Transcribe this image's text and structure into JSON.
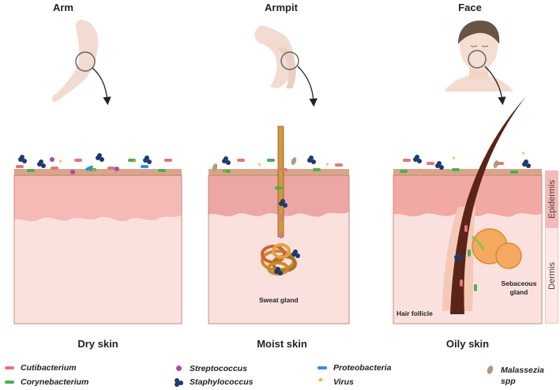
{
  "regions": {
    "arm": {
      "title": "Arm",
      "caption": "Dry skin"
    },
    "armpit": {
      "title": "Armpit",
      "caption": "Moist skin",
      "structure_label": "Sweat gland"
    },
    "face": {
      "title": "Face",
      "caption": "Oily skin",
      "hair_label": "Hair follicle",
      "gland_label": "Sebaceous gland"
    }
  },
  "layers": {
    "top": "Epidermis",
    "bottom": "Dermis"
  },
  "legend": [
    {
      "label": "Cutibacterium",
      "icon": "rod-icon",
      "color": "#e0777a"
    },
    {
      "label": "Corynebacterium",
      "icon": "rod-icon",
      "color": "#4caf50"
    },
    {
      "label": "Streptococcus",
      "icon": "cocci-icon",
      "color": "#a64ca6"
    },
    {
      "label": "Staphylococcus",
      "icon": "cluster-icon",
      "color": "#1f3a6e"
    },
    {
      "label": "Proteobacteria",
      "icon": "rod-icon",
      "color": "#2f8fe0"
    },
    {
      "label": "Virus",
      "icon": "star-icon",
      "color": "#f5a623"
    },
    {
      "label": "Malassezia spp",
      "icon": "yeast-icon",
      "color": "#b49a83"
    }
  ],
  "colors": {
    "epidermis": "#f3b7b5",
    "dermis": "#fbe1de",
    "surface": "#d9a58a",
    "hair": "#5a2418"
  }
}
